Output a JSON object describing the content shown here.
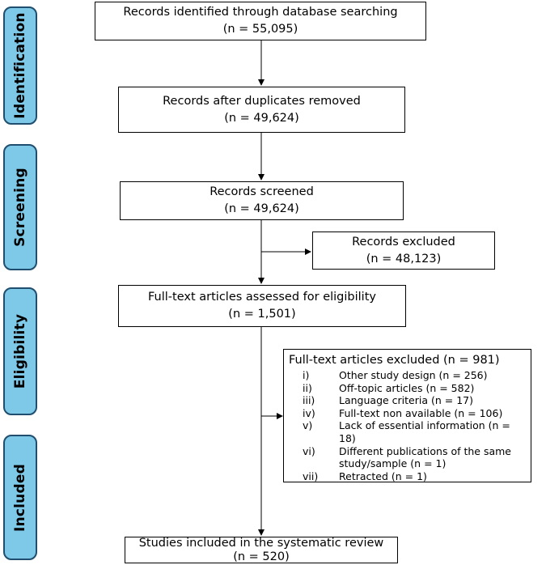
{
  "stages": {
    "identification": "Identification",
    "screening": "Screening",
    "eligibility": "Eligibility",
    "included": "Included"
  },
  "boxes": {
    "identified": {
      "line1": "Records identified through database searching",
      "line2": "(n = 55,095)"
    },
    "duplicates_removed": {
      "line1": "Records after duplicates removed",
      "line2": "(n = 49,624)"
    },
    "screened": {
      "line1": "Records screened",
      "line2": "(n = 49,624)"
    },
    "excluded": {
      "line1": "Records excluded",
      "line2": "(n = 48,123)"
    },
    "fulltext_assessed": {
      "line1": "Full-text articles assessed for eligibility",
      "line2": "(n = 1,501)"
    },
    "included": {
      "line1": "Studies included in the systematic review",
      "line2": "(n = 520)"
    }
  },
  "fulltext_excluded": {
    "title": "Full-text articles excluded (n = 981)",
    "items": [
      {
        "num": "i)",
        "text": "Other study design (n = 256)"
      },
      {
        "num": "ii)",
        "text": "Off-topic articles (n = 582)"
      },
      {
        "num": "iii)",
        "text": "Language criteria (n = 17)"
      },
      {
        "num": "iv)",
        "text": "Full-text non available (n = 106)"
      },
      {
        "num": "v)",
        "text": "Lack of essential information (n = 18)"
      },
      {
        "num": "vi)",
        "text": "Different publications of the same study/sample (n = 1)"
      },
      {
        "num": "vii)",
        "text": "Retracted (n = 1)"
      }
    ]
  },
  "colors": {
    "stage_fill": "#7ec8e8",
    "stage_border": "#1f4e6e",
    "line": "#000000"
  }
}
